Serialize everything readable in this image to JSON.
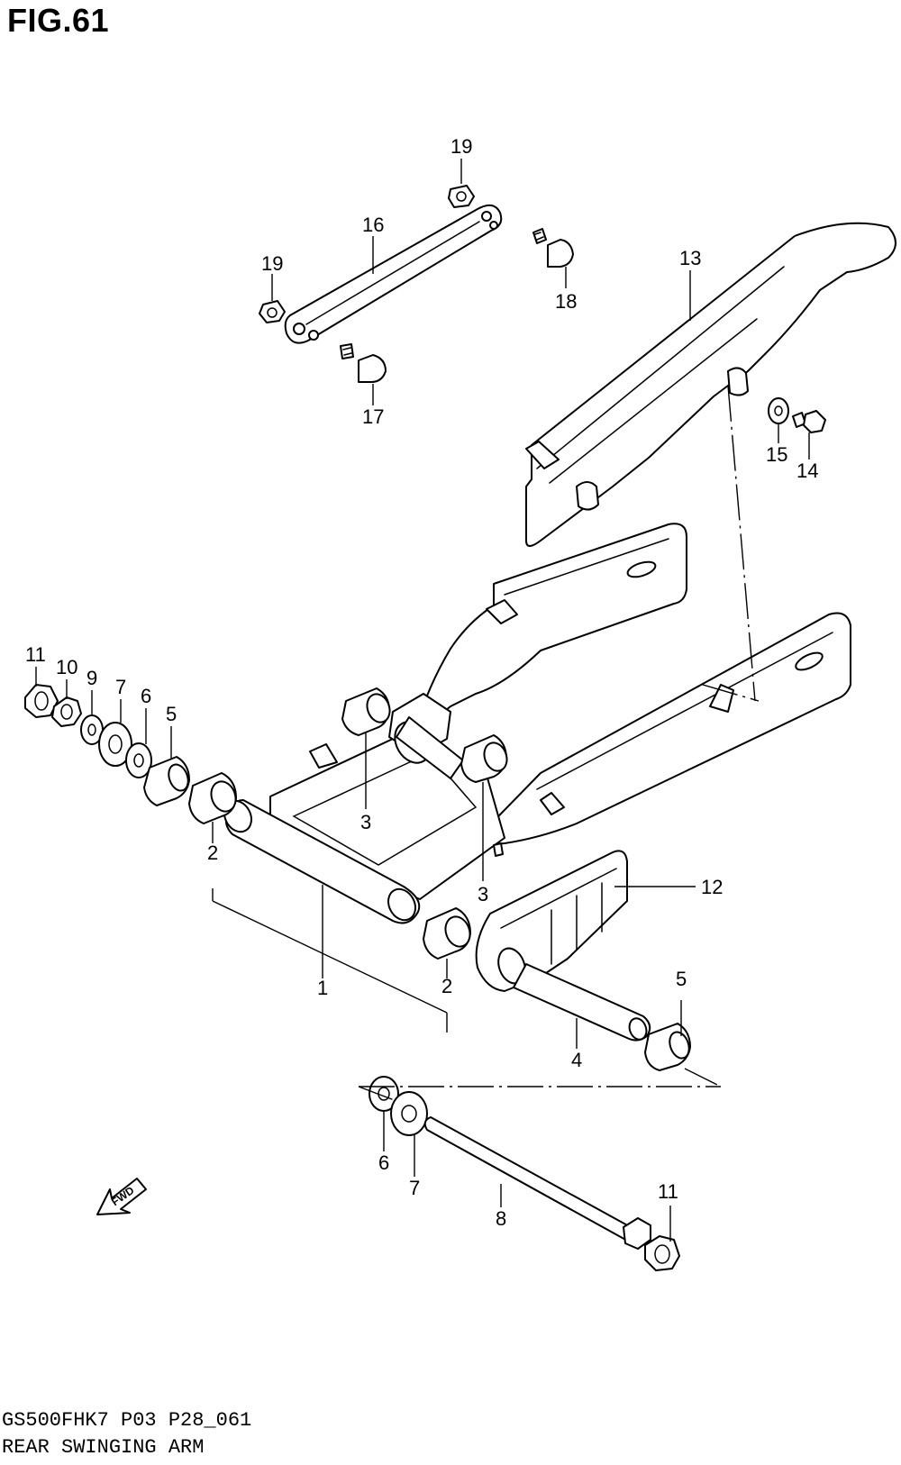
{
  "figure": {
    "title": "FIG.61"
  },
  "footer": {
    "code": "GS500FHK7 P03 P28_061",
    "name": "REAR SWINGING ARM"
  },
  "fwd_label": "FWD",
  "callouts": [
    {
      "id": "c19a",
      "text": "19"
    },
    {
      "id": "c16",
      "text": "16"
    },
    {
      "id": "c19b",
      "text": "19"
    },
    {
      "id": "c18",
      "text": "18"
    },
    {
      "id": "c13",
      "text": "13"
    },
    {
      "id": "c17",
      "text": "17"
    },
    {
      "id": "c15",
      "text": "15"
    },
    {
      "id": "c14",
      "text": "14"
    },
    {
      "id": "c11a",
      "text": "11"
    },
    {
      "id": "c10",
      "text": "10"
    },
    {
      "id": "c9",
      "text": "9"
    },
    {
      "id": "c7a",
      "text": "7"
    },
    {
      "id": "c6a",
      "text": "6"
    },
    {
      "id": "c5a",
      "text": "5"
    },
    {
      "id": "c3a",
      "text": "3"
    },
    {
      "id": "c2a",
      "text": "2"
    },
    {
      "id": "c3b",
      "text": "3"
    },
    {
      "id": "c12",
      "text": "12"
    },
    {
      "id": "c1",
      "text": "1"
    },
    {
      "id": "c2b",
      "text": "2"
    },
    {
      "id": "c5b",
      "text": "5"
    },
    {
      "id": "c4",
      "text": "4"
    },
    {
      "id": "c6b",
      "text": "6"
    },
    {
      "id": "c7b",
      "text": "7"
    },
    {
      "id": "c11b",
      "text": "11"
    },
    {
      "id": "c8",
      "text": "8"
    }
  ]
}
